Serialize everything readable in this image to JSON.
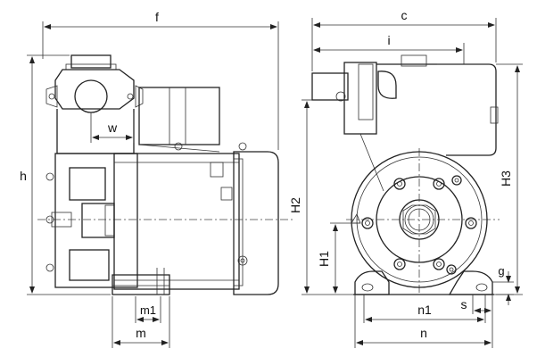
{
  "labels": {
    "f": "f",
    "h": "h",
    "w": "w",
    "m1": "m1",
    "m": "m",
    "c": "c",
    "i": "i",
    "H2": "H2",
    "H1": "H1",
    "H3": "H3",
    "n1": "n1",
    "n": "n",
    "s": "s",
    "g": "g"
  }
}
